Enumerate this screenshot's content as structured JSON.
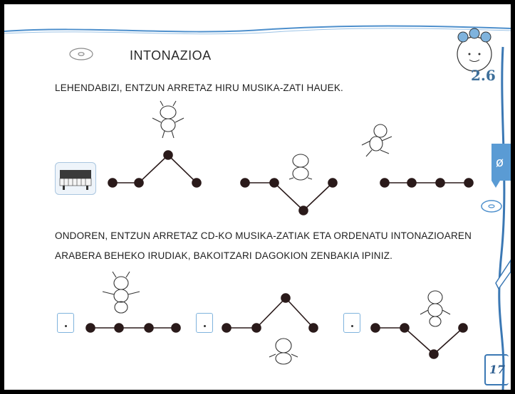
{
  "header": {
    "title": "INTONAZIOA"
  },
  "section": {
    "badge": "2.6"
  },
  "instructions": {
    "first": "LEHENDABIZI, ENTZUN ARRETAZ HIRU MUSIKA-ZATI HAUEK.",
    "second": "ONDOREN, ENTZUN ARRETAZ CD-KO MUSIKA-ZATIAK ETA ORDENATU INTONAZIOAREN ARABERA BEHEKO IRUDIAK, BAKOITZARI DAGOKION ZENBAKIA IPINIZ."
  },
  "footer": {
    "page_number": "17"
  },
  "colors": {
    "accent": "#3b78b4",
    "dot": "#2a1a1a",
    "box": "#7fb3dd"
  },
  "icons": [
    "cd-icon",
    "piano-icon",
    "ant-figure",
    "pencil-icon",
    "no-write-icon"
  ]
}
